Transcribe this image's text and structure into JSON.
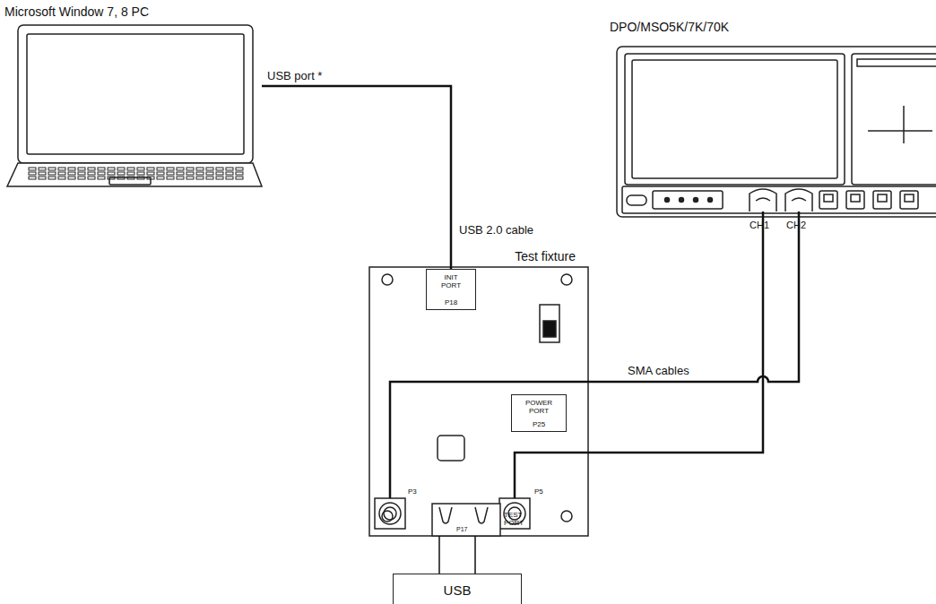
{
  "diagram": {
    "nodes": [
      {
        "text": [
          "Microsoft Window 7, 8 PC"
        ]
      },
      {
        "text": [
          "DPO/MSO5K/7K/70K"
        ]
      },
      {
        "text": [
          "Test fixture"
        ]
      },
      {
        "text": [
          "INIT PORT",
          "P18"
        ],
        "in": 2
      },
      {
        "text": [
          "POWER PORT",
          "P25"
        ],
        "in": 2
      },
      {
        "text": [
          "USB"
        ]
      }
    ],
    "edges": [
      {
        "from": 0,
        "to": 3,
        "arrow": "none",
        "label": "USB 2.0 cable"
      },
      {
        "from": 2,
        "to": 5,
        "arrow": "none"
      }
    ],
    "labels": [
      "USB port *",
      "CH1",
      "CH2",
      "SMA cables",
      "P3",
      "P5",
      "P17",
      "TEST PORT"
    ]
  }
}
